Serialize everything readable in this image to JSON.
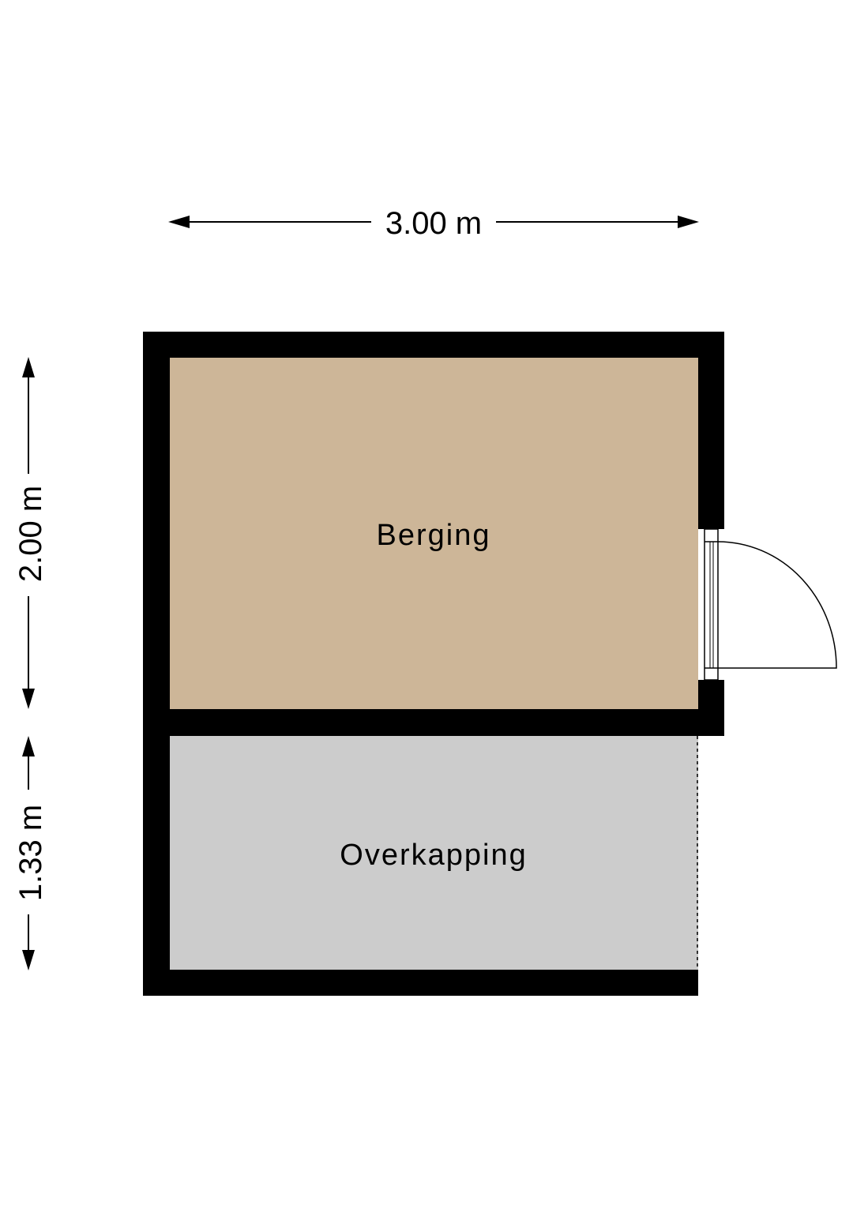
{
  "dimensions": {
    "width_label": "3.00 m",
    "height_upper_label": "2.00 m",
    "height_lower_label": "1.33 m"
  },
  "rooms": [
    {
      "name": "Berging",
      "color": "#cdb698"
    },
    {
      "name": "Overkapping",
      "color": "#cccccc"
    }
  ],
  "colors": {
    "wall": "#000000",
    "background": "#ffffff"
  }
}
